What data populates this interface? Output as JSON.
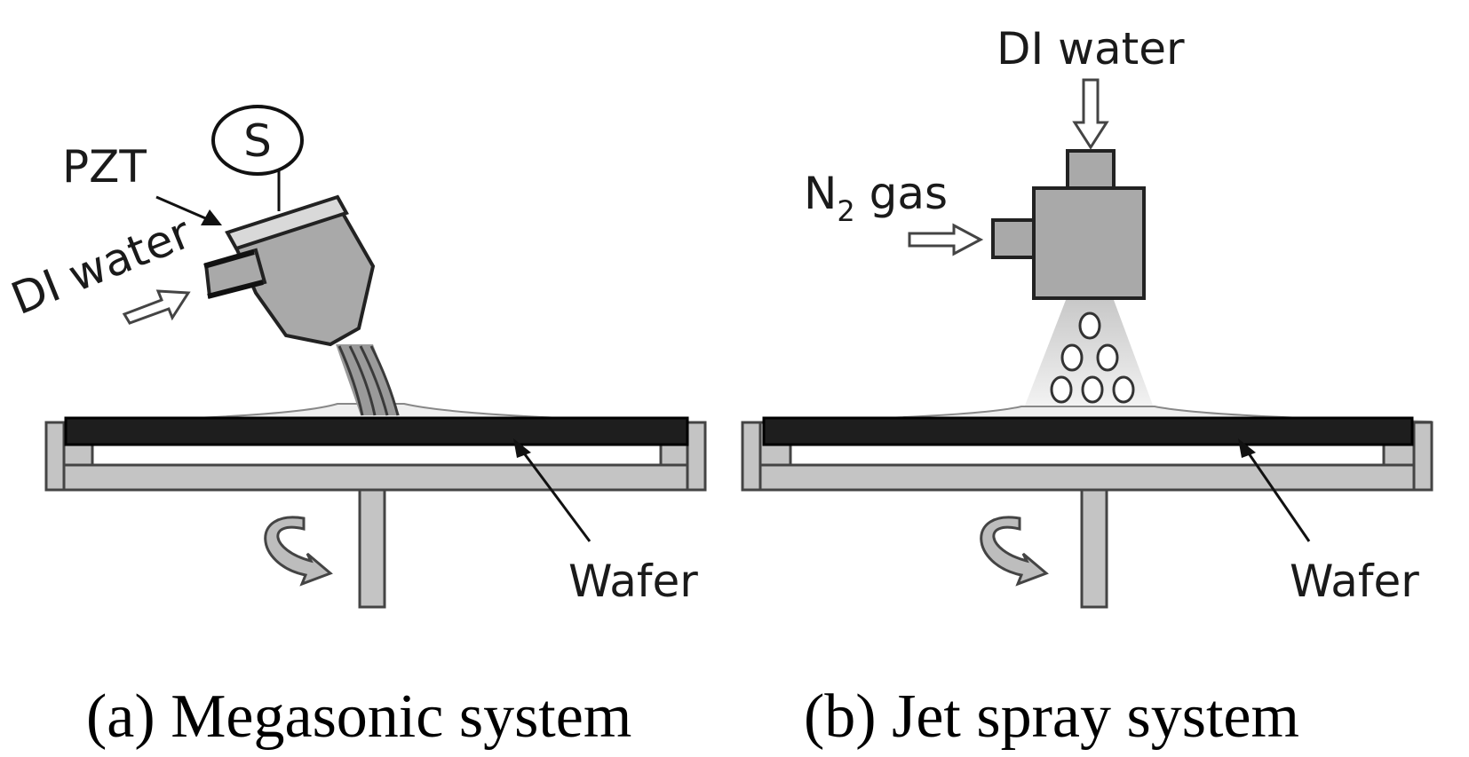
{
  "panel_a": {
    "pzt_label": "PZT",
    "source_symbol": "S",
    "water_label": "DI water",
    "wafer_label": "Wafer",
    "caption": "(a) Megasonic system"
  },
  "panel_b": {
    "water_label": "DI water",
    "gas_label_main": "N",
    "gas_label_subscript": "2",
    "gas_label_rest": " gas",
    "wafer_label": "Wafer",
    "caption": "(b) Jet spray system"
  },
  "colors": {
    "wafer": "#1e1e1e",
    "equipment_gray": "#a9a9a9",
    "chuck_gray": "#c4c4c4"
  }
}
